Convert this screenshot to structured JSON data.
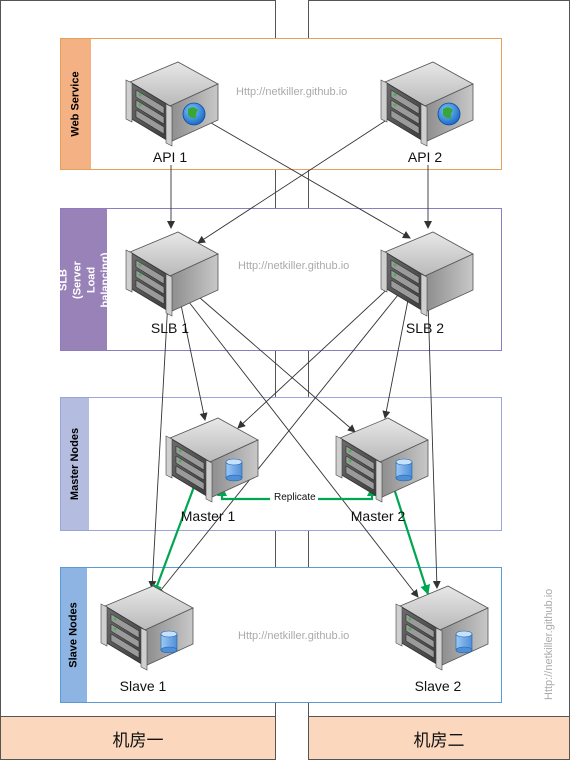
{
  "datacenters": [
    {
      "label": "机房一"
    },
    {
      "label": "机房二"
    }
  ],
  "layers": {
    "web": {
      "label": "Web Service",
      "fill": "#f4b183",
      "border": "#e6a15a"
    },
    "slb": {
      "label": "SLB (Server Load balancing)",
      "fill": "#9982b8",
      "border": "#8e7cc3"
    },
    "master": {
      "label": "Master Nodes",
      "fill": "#b4bde0",
      "border": "#9aa6d6"
    },
    "slave": {
      "label": "Slave Nodes",
      "fill": "#8eb4e3",
      "border": "#5b9bd5"
    }
  },
  "nodes": {
    "api1": "API 1",
    "api2": "API 2",
    "slb1": "SLB 1",
    "slb2": "SLB 2",
    "master1": "Master 1",
    "master2": "Master 2",
    "slave1": "Slave 1",
    "slave2": "Slave 2"
  },
  "replicate_label": "Replicate",
  "watermark": "Http://netkiller.github.io",
  "side_watermark": "Http://netkiller.github.io",
  "colors": {
    "replicate": "#00a651",
    "edge": "#333333"
  }
}
